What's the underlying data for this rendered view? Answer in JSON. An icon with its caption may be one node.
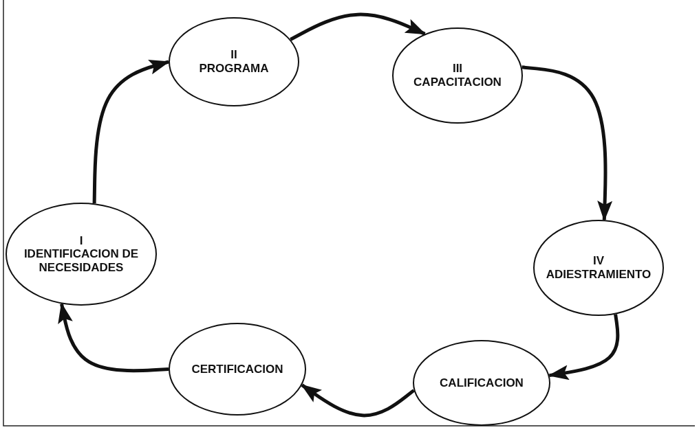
{
  "diagram": {
    "nodes": [
      {
        "text": [
          "I",
          "IDENTIFICACION DE NECESIDADES"
        ]
      },
      {
        "text": [
          "II",
          "PROGRAMA"
        ]
      },
      {
        "text": [
          "III",
          "CAPACITACION"
        ]
      },
      {
        "text": [
          "IV",
          "ADIESTRAMIENTO"
        ]
      },
      {
        "text": [
          "CALIFICACION"
        ]
      },
      {
        "text": [
          "CERTIFICACION"
        ]
      }
    ],
    "edges": [
      {
        "from": 0,
        "to": 1,
        "arrow": "to"
      },
      {
        "from": 1,
        "to": 2,
        "arrow": "to"
      },
      {
        "from": 2,
        "to": 3,
        "arrow": "to"
      },
      {
        "from": 3,
        "to": 4,
        "arrow": "to"
      },
      {
        "from": 4,
        "to": 5,
        "arrow": "to"
      },
      {
        "from": 5,
        "to": 0,
        "arrow": "to"
      }
    ]
  }
}
